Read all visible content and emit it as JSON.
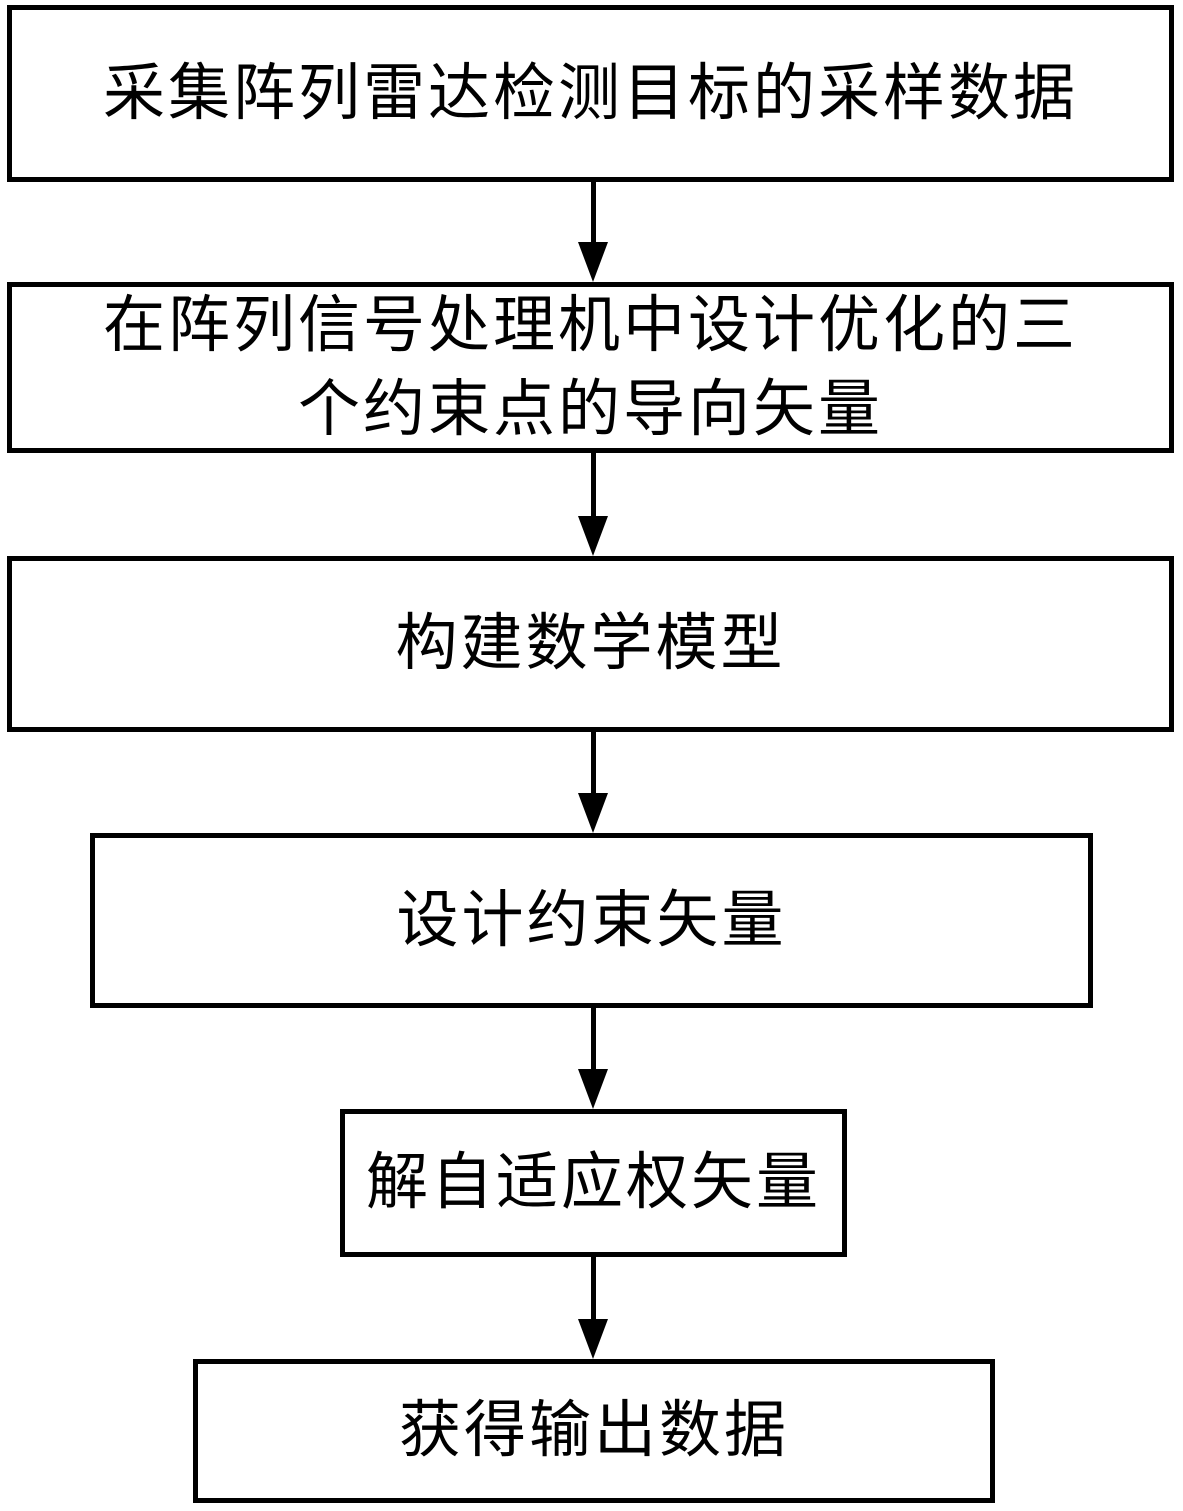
{
  "flowchart": {
    "type": "vertical-flowchart",
    "colors": {
      "background": "#ffffff",
      "box_border": "#000000",
      "text": "#000000",
      "arrow": "#000000"
    },
    "steps": [
      {
        "id": 1,
        "label": "采集阵列雷达检测目标的采样数据"
      },
      {
        "id": 2,
        "label": "在阵列信号处理机中设计优化的三\n个约束点的导向矢量"
      },
      {
        "id": 3,
        "label": "构建数学模型"
      },
      {
        "id": 4,
        "label": "设计约束矢量"
      },
      {
        "id": 5,
        "label": "解自适应权矢量"
      },
      {
        "id": 6,
        "label": "获得输出数据"
      }
    ],
    "connectors": [
      {
        "from": 1,
        "to": 2,
        "type": "arrow-down"
      },
      {
        "from": 2,
        "to": 3,
        "type": "arrow-down"
      },
      {
        "from": 3,
        "to": 4,
        "type": "arrow-down"
      },
      {
        "from": 4,
        "to": 5,
        "type": "arrow-down"
      },
      {
        "from": 5,
        "to": 6,
        "type": "arrow-down"
      }
    ]
  }
}
